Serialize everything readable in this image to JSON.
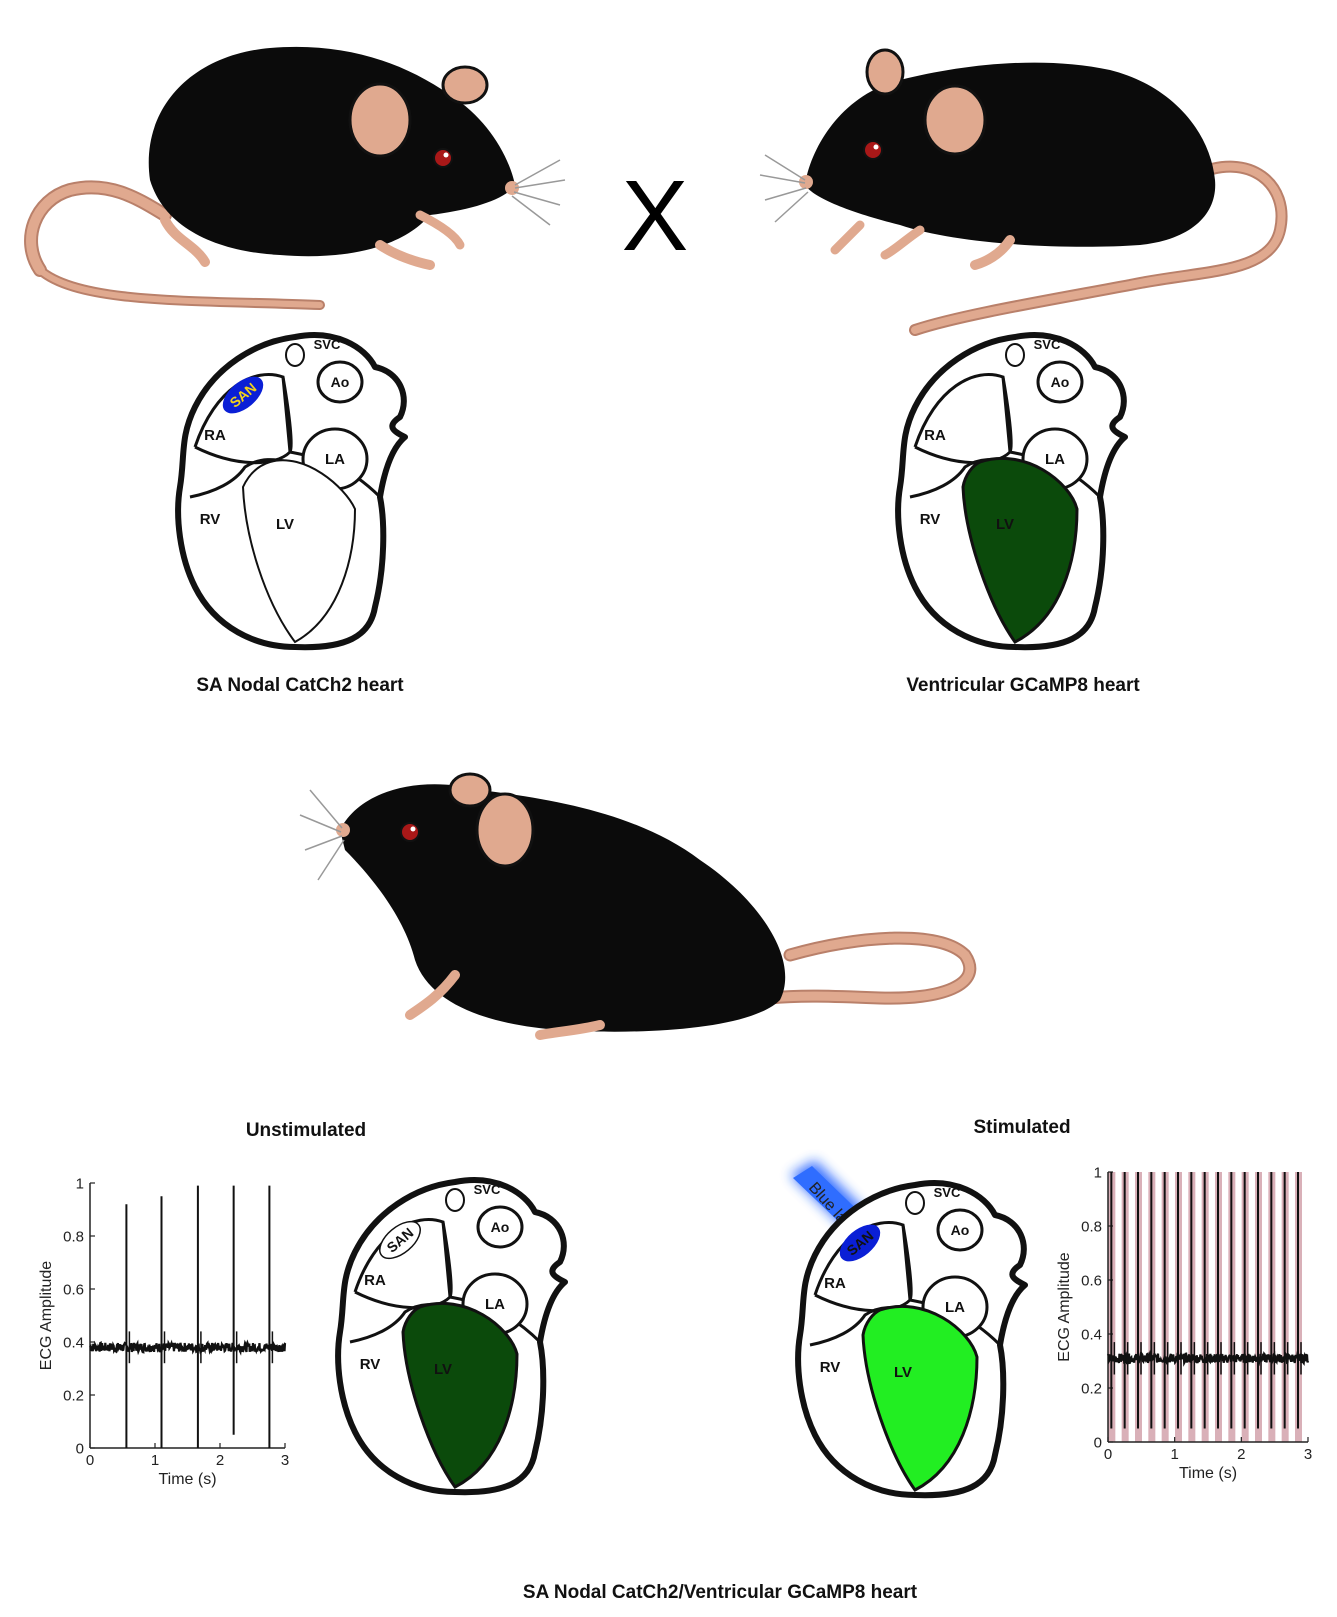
{
  "cross_symbol": "X",
  "parents": {
    "left": {
      "caption": "SA Nodal CatCh2 heart"
    },
    "right": {
      "caption": "Ventricular GCaMP8 heart"
    }
  },
  "offspring": {
    "caption": "SA Nodal CatCh2/Ventricular GCaMP8 heart",
    "unstimulated_title": "Unstimulated",
    "stimulated_title": "Stimulated",
    "laser_label": "Blue laser"
  },
  "heart_labels": {
    "svc": "SVC",
    "ao": "Ao",
    "ra": "RA",
    "la": "LA",
    "rv": "RV",
    "lv": "LV",
    "san": "SAN"
  },
  "colors": {
    "mouse_body": "#0b0b0b",
    "mouse_skin": "#e0a98f",
    "san_blue": "#0a1fd6",
    "san_text_yellow": "#f2d21b",
    "lv_dark_green": "#0b4a0b",
    "lv_bright_green": "#22ee22",
    "laser_blue": "#1a5cff",
    "stim_band": "#d9b0b8"
  },
  "chart_data": [
    {
      "type": "line",
      "xlabel": "Time (s)",
      "ylabel": "ECG Amplitude",
      "xlim": [
        0,
        3
      ],
      "ylim": [
        0,
        1
      ],
      "xticks": [
        "0",
        "1",
        "2",
        "3"
      ],
      "yticks": [
        "0",
        "0.2",
        "0.4",
        "0.6",
        "0.8",
        "1"
      ],
      "baseline": 0.38,
      "spikes": [
        {
          "t": 0.56,
          "peak": 0.92,
          "trough": 0.0
        },
        {
          "t": 1.1,
          "peak": 0.95,
          "trough": 0.0
        },
        {
          "t": 1.66,
          "peak": 0.99,
          "trough": 0.0
        },
        {
          "t": 2.21,
          "peak": 0.99,
          "trough": 0.05
        },
        {
          "t": 2.76,
          "peak": 0.99,
          "trough": 0.0
        }
      ]
    },
    {
      "type": "line",
      "xlabel": "Time (s)",
      "ylabel": "ECG Amplitude",
      "xlim": [
        0,
        3
      ],
      "ylim": [
        0,
        1
      ],
      "xticks": [
        "0",
        "1",
        "2",
        "3"
      ],
      "yticks": [
        "0",
        "0.2",
        "0.4",
        "0.6",
        "0.8",
        "1"
      ],
      "baseline": 0.31,
      "spike_interval_s": 0.2,
      "spike_start_s": 0.05,
      "spike_count": 15,
      "spike_peak": 1.0,
      "spike_trough": 0.05,
      "stimulus_bands": true
    }
  ]
}
